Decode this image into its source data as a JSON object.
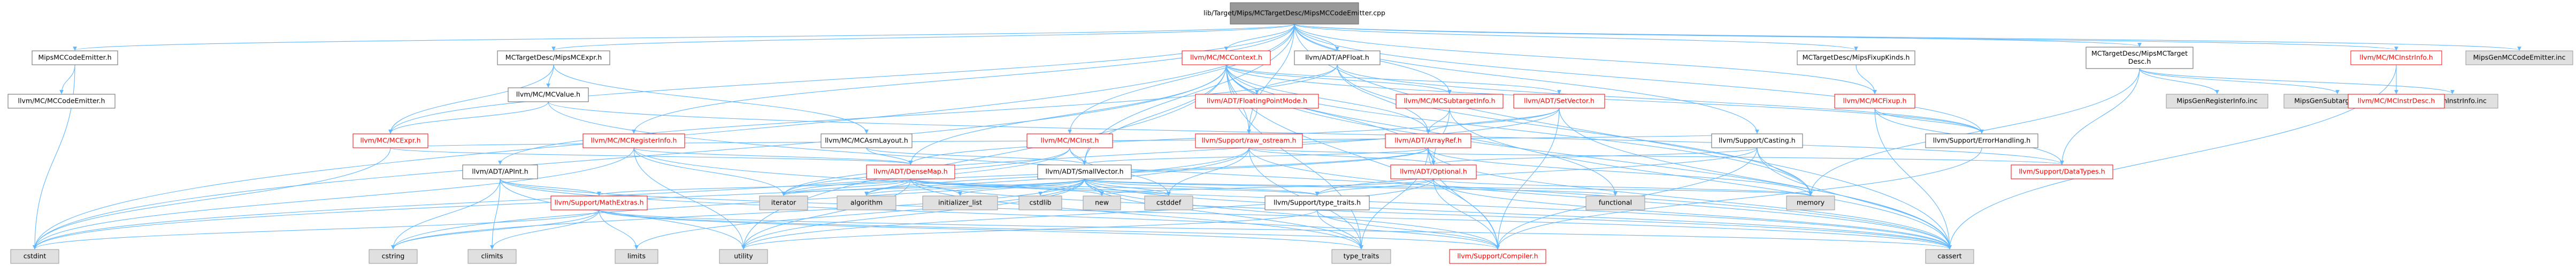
{
  "colors": {
    "edge": "#63b8ff",
    "edge_dark": "#404040",
    "root_fill": "#999999",
    "node_fill": "#ffffff",
    "node_border": "#666666",
    "linked_border": "#ff0000",
    "linked_text": "#ff0000",
    "external_fill": "#e0e0e0",
    "external_border": "#999999",
    "text": "#000000"
  },
  "nodes": [
    {
      "id": "root",
      "kind": "root",
      "lines": [
        "lib/Target/Mips/MCTargetDesc/MipsMCCodeEmitter.cpp"
      ]
    },
    {
      "id": "mipsemit_h",
      "kind": "normal",
      "lines": [
        "MipsMCCodeEmitter.h"
      ]
    },
    {
      "id": "mccodeemit_h",
      "kind": "normal",
      "lines": [
        "llvm/MC/MCCodeEmitter.h"
      ]
    },
    {
      "id": "mipsmcexpr_h",
      "kind": "normal",
      "lines": [
        "MCTargetDesc/MipsMCExpr.h"
      ]
    },
    {
      "id": "mcvalue_h",
      "kind": "normal",
      "lines": [
        "llvm/MC/MCValue.h"
      ]
    },
    {
      "id": "mcexpr_h",
      "kind": "linked",
      "lines": [
        "llvm/MC/MCExpr.h"
      ]
    },
    {
      "id": "mcregisterinfo_h",
      "kind": "linked",
      "lines": [
        "llvm/MC/MCRegisterInfo.h"
      ]
    },
    {
      "id": "apint_h",
      "kind": "normal",
      "lines": [
        "llvm/ADT/APInt.h"
      ]
    },
    {
      "id": "mcasmlayout_h",
      "kind": "normal",
      "lines": [
        "llvm/MC/MCAsmLayout.h"
      ]
    },
    {
      "id": "mccontext_h",
      "kind": "linked",
      "lines": [
        "llvm/MC/MCContext.h"
      ]
    },
    {
      "id": "apfloat_h",
      "kind": "normal",
      "lines": [
        "llvm/ADT/APFloat.h"
      ]
    },
    {
      "id": "floatingpointmode_h",
      "kind": "linked",
      "lines": [
        "llvm/ADT/FloatingPointMode.h"
      ]
    },
    {
      "id": "mcsubtargetinfo_h",
      "kind": "linked",
      "lines": [
        "llvm/MC/MCSubtargetInfo.h"
      ]
    },
    {
      "id": "setvector_h",
      "kind": "linked",
      "lines": [
        "llvm/ADT/SetVector.h"
      ]
    },
    {
      "id": "mcinst_h",
      "kind": "linked",
      "lines": [
        "llvm/MC/MCInst.h"
      ]
    },
    {
      "id": "raw_ostream_h",
      "kind": "linked",
      "lines": [
        "llvm/Support/raw_ostream.h"
      ]
    },
    {
      "id": "arrayref_h",
      "kind": "linked",
      "lines": [
        "llvm/ADT/ArrayRef.h"
      ]
    },
    {
      "id": "densemap_h",
      "kind": "linked",
      "lines": [
        "llvm/ADT/DenseMap.h"
      ]
    },
    {
      "id": "smallvector_h",
      "kind": "normal",
      "lines": [
        "llvm/ADT/SmallVector.h"
      ]
    },
    {
      "id": "optional_h",
      "kind": "linked",
      "lines": [
        "llvm/ADT/Optional.h"
      ]
    },
    {
      "id": "casting_h",
      "kind": "normal",
      "lines": [
        "llvm/Support/Casting.h"
      ]
    },
    {
      "id": "mathextras_h",
      "kind": "linked",
      "lines": [
        "llvm/Support/MathExtras.h"
      ]
    },
    {
      "id": "type_traits_llvm_h",
      "kind": "normal",
      "lines": [
        "llvm/Support/type_traits.h"
      ]
    },
    {
      "id": "compiler_h",
      "kind": "linked",
      "lines": [
        "llvm/Support/Compiler.h"
      ]
    },
    {
      "id": "mipsfixupkinds_h",
      "kind": "normal",
      "lines": [
        "MCTargetDesc/MipsFixupKinds.h"
      ]
    },
    {
      "id": "mcfixup_h",
      "kind": "linked",
      "lines": [
        "llvm/MC/MCFixup.h"
      ]
    },
    {
      "id": "errorhandling_h",
      "kind": "normal",
      "lines": [
        "llvm/Support/ErrorHandling.h"
      ]
    },
    {
      "id": "mipsmctargetdesc_h",
      "kind": "normal",
      "lines": [
        "MCTargetDesc/MipsMCTarget",
        "Desc.h"
      ]
    },
    {
      "id": "datatypes_h",
      "kind": "linked",
      "lines": [
        "llvm/Support/DataTypes.h"
      ]
    },
    {
      "id": "mipsgenregisterinfo_inc",
      "kind": "external",
      "lines": [
        "MipsGenRegisterInfo.inc"
      ]
    },
    {
      "id": "mipsgensubtargetinfo_inc",
      "kind": "external",
      "lines": [
        "MipsGenSubtargetInfo.inc"
      ]
    },
    {
      "id": "mipsgeninstrinfo_inc",
      "kind": "external",
      "lines": [
        "MipsGenInstrInfo.inc"
      ]
    },
    {
      "id": "mcinstrinfo_h",
      "kind": "linked",
      "lines": [
        "llvm/MC/MCInstrInfo.h"
      ]
    },
    {
      "id": "mcinstrdesc_h",
      "kind": "linked",
      "lines": [
        "llvm/MC/MCInstrDesc.h"
      ]
    },
    {
      "id": "mipsgenmccodeemitter_inc",
      "kind": "external",
      "lines": [
        "MipsGenMCCodeEmitter.inc"
      ]
    },
    {
      "id": "cstdint",
      "kind": "external",
      "lines": [
        "cstdint"
      ]
    },
    {
      "id": "cstring",
      "kind": "external",
      "lines": [
        "cstring"
      ]
    },
    {
      "id": "climits",
      "kind": "external",
      "lines": [
        "climits"
      ]
    },
    {
      "id": "limits",
      "kind": "external",
      "lines": [
        "limits"
      ]
    },
    {
      "id": "utility",
      "kind": "external",
      "lines": [
        "utility"
      ]
    },
    {
      "id": "iterator",
      "kind": "external",
      "lines": [
        "iterator"
      ]
    },
    {
      "id": "algorithm",
      "kind": "external",
      "lines": [
        "algorithm"
      ]
    },
    {
      "id": "initializer_list",
      "kind": "external",
      "lines": [
        "initializer_list"
      ]
    },
    {
      "id": "cstdlib",
      "kind": "external",
      "lines": [
        "cstdlib"
      ]
    },
    {
      "id": "new",
      "kind": "external",
      "lines": [
        "new"
      ]
    },
    {
      "id": "cstddef",
      "kind": "external",
      "lines": [
        "cstddef"
      ]
    },
    {
      "id": "functional",
      "kind": "external",
      "lines": [
        "functional"
      ]
    },
    {
      "id": "memory",
      "kind": "external",
      "lines": [
        "memory"
      ]
    },
    {
      "id": "type_traits",
      "kind": "external",
      "lines": [
        "type_traits"
      ]
    },
    {
      "id": "cassert",
      "kind": "external",
      "lines": [
        "cassert"
      ]
    }
  ],
  "edges": [
    [
      "root",
      "mipsemit_h"
    ],
    [
      "root",
      "mipsmcexpr_h"
    ],
    [
      "root",
      "mccontext_h"
    ],
    [
      "root",
      "apfloat_h"
    ],
    [
      "root",
      "mipsfixupkinds_h"
    ],
    [
      "root",
      "mipsmctargetdesc_h"
    ],
    [
      "root",
      "mcinstrinfo_h"
    ],
    [
      "root",
      "mipsgenmccodeemitter_inc"
    ],
    [
      "root",
      "mcexpr_h"
    ],
    [
      "root",
      "mcfixup_h"
    ],
    [
      "root",
      "mcinst_h"
    ],
    [
      "root",
      "mcregisterinfo_h"
    ],
    [
      "root",
      "mcsubtargetinfo_h"
    ],
    [
      "root",
      "raw_ostream_h"
    ],
    [
      "root",
      "smallvector_h"
    ],
    [
      "root",
      "casting_h"
    ],
    [
      "root",
      "errorhandling_h"
    ],
    [
      "root",
      "cstdint"
    ],
    [
      "root",
      "cassert"
    ],
    [
      "mipsemit_h",
      "mccodeemit_h"
    ],
    [
      "mipsemit_h",
      "cstdint"
    ],
    [
      "mipsmcexpr_h",
      "mcvalue_h"
    ],
    [
      "mipsmcexpr_h",
      "mcexpr_h"
    ],
    [
      "mipsmcexpr_h",
      "mcasmlayout_h"
    ],
    [
      "mcvalue_h",
      "mcexpr_h"
    ],
    [
      "mcvalue_h",
      "datatypes_h"
    ],
    [
      "mcvalue_h",
      "cassert"
    ],
    [
      "mcexpr_h",
      "densemap_h"
    ],
    [
      "mcexpr_h",
      "casting_h"
    ],
    [
      "mcexpr_h",
      "cstdint"
    ],
    [
      "mcregisterinfo_h",
      "densemap_h"
    ],
    [
      "mcregisterinfo_h",
      "iterator"
    ],
    [
      "mcregisterinfo_h",
      "cassert"
    ],
    [
      "mcregisterinfo_h",
      "cstdint"
    ],
    [
      "mcregisterinfo_h",
      "utility"
    ],
    [
      "apint_h",
      "compiler_h"
    ],
    [
      "apint_h",
      "mathextras_h"
    ],
    [
      "apint_h",
      "cassert"
    ],
    [
      "apint_h",
      "climits"
    ],
    [
      "apint_h",
      "cstring"
    ],
    [
      "apint_h",
      "utility"
    ],
    [
      "mcasmlayout_h",
      "densemap_h"
    ],
    [
      "mcasmlayout_h",
      "smallvector_h"
    ],
    [
      "mccontext_h",
      "densemap_h"
    ],
    [
      "mccontext_h",
      "setvector_h"
    ],
    [
      "mccontext_h",
      "smallvector_h"
    ],
    [
      "mccontext_h",
      "optional_h"
    ],
    [
      "mccontext_h",
      "raw_ostream_h"
    ],
    [
      "mccontext_h",
      "mcsubtargetinfo_h"
    ],
    [
      "mccontext_h",
      "arrayref_h"
    ],
    [
      "mccontext_h",
      "functional"
    ],
    [
      "mccontext_h",
      "memory"
    ],
    [
      "mccontext_h",
      "utility"
    ],
    [
      "mccontext_h",
      "cstdint"
    ],
    [
      "mccontext_h",
      "cassert"
    ],
    [
      "mccontext_h",
      "compiler_h"
    ],
    [
      "mccontext_h",
      "type_traits"
    ],
    [
      "mccontext_h",
      "errorhandling_h"
    ],
    [
      "apfloat_h",
      "apint_h"
    ],
    [
      "apfloat_h",
      "arrayref_h"
    ],
    [
      "apfloat_h",
      "floatingpointmode_h"
    ],
    [
      "apfloat_h",
      "errorhandling_h"
    ],
    [
      "apfloat_h",
      "memory"
    ],
    [
      "floatingpointmode_h",
      "raw_ostream_h"
    ],
    [
      "mcsubtargetinfo_h",
      "arrayref_h"
    ],
    [
      "mcsubtargetinfo_h",
      "optional_h"
    ],
    [
      "mcsubtargetinfo_h",
      "cassert"
    ],
    [
      "setvector_h",
      "arrayref_h"
    ],
    [
      "setvector_h",
      "densemap_h"
    ],
    [
      "setvector_h",
      "compiler_h"
    ],
    [
      "setvector_h",
      "iterator"
    ],
    [
      "setvector_h",
      "cassert"
    ],
    [
      "mcinst_h",
      "smallvector_h"
    ],
    [
      "mcinst_h",
      "cstddef"
    ],
    [
      "mcinst_h",
      "cstdint"
    ],
    [
      "mcinst_h",
      "iterator"
    ],
    [
      "raw_ostream_h",
      "arrayref_h"
    ],
    [
      "raw_ostream_h",
      "optional_h"
    ],
    [
      "raw_ostream_h",
      "datatypes_h"
    ],
    [
      "raw_ostream_h",
      "cassert"
    ],
    [
      "raw_ostream_h",
      "cstddef"
    ],
    [
      "raw_ostream_h",
      "cstdint"
    ],
    [
      "raw_ostream_h",
      "cstring"
    ],
    [
      "raw_ostream_h",
      "type_traits"
    ],
    [
      "arrayref_h",
      "smallvector_h"
    ],
    [
      "arrayref_h",
      "compiler_h"
    ],
    [
      "arrayref_h",
      "algorithm"
    ],
    [
      "arrayref_h",
      "cassert"
    ],
    [
      "arrayref_h",
      "memory"
    ],
    [
      "arrayref_h",
      "type_traits"
    ],
    [
      "arrayref_h",
      "iterator"
    ],
    [
      "arrayref_h",
      "optional_h"
    ],
    [
      "densemap_h",
      "mathextras_h"
    ],
    [
      "densemap_h",
      "type_traits_llvm_h"
    ],
    [
      "densemap_h",
      "algorithm"
    ],
    [
      "densemap_h",
      "cassert"
    ],
    [
      "densemap_h",
      "cstddef"
    ],
    [
      "densemap_h",
      "initializer_list"
    ],
    [
      "densemap_h",
      "iterator"
    ],
    [
      "densemap_h",
      "new"
    ],
    [
      "densemap_h",
      "type_traits"
    ],
    [
      "densemap_h",
      "utility"
    ],
    [
      "smallvector_h",
      "compiler_h"
    ],
    [
      "smallvector_h",
      "type_traits_llvm_h"
    ],
    [
      "smallvector_h",
      "algorithm"
    ],
    [
      "smallvector_h",
      "cassert"
    ],
    [
      "smallvector_h",
      "cstddef"
    ],
    [
      "smallvector_h",
      "cstdlib"
    ],
    [
      "smallvector_h",
      "cstring"
    ],
    [
      "smallvector_h",
      "functional"
    ],
    [
      "smallvector_h",
      "initializer_list"
    ],
    [
      "smallvector_h",
      "iterator"
    ],
    [
      "smallvector_h",
      "limits"
    ],
    [
      "smallvector_h",
      "memory"
    ],
    [
      "smallvector_h",
      "new"
    ],
    [
      "smallvector_h",
      "type_traits"
    ],
    [
      "smallvector_h",
      "utility"
    ],
    [
      "optional_h",
      "compiler_h"
    ],
    [
      "optional_h",
      "type_traits_llvm_h"
    ],
    [
      "optional_h",
      "cassert"
    ],
    [
      "optional_h",
      "memory"
    ],
    [
      "optional_h",
      "new"
    ],
    [
      "optional_h",
      "utility"
    ],
    [
      "casting_h",
      "compiler_h"
    ],
    [
      "casting_h",
      "type_traits_llvm_h"
    ],
    [
      "casting_h",
      "cassert"
    ],
    [
      "casting_h",
      "memory"
    ],
    [
      "casting_h",
      "optional_h"
    ],
    [
      "mathextras_h",
      "compiler_h"
    ],
    [
      "mathextras_h",
      "cstdint"
    ],
    [
      "mathextras_h",
      "cstring"
    ],
    [
      "mathextras_h",
      "climits"
    ],
    [
      "mathextras_h",
      "limits"
    ],
    [
      "mathextras_h",
      "type_traits"
    ],
    [
      "mathextras_h",
      "cassert"
    ],
    [
      "type_traits_llvm_h",
      "compiler_h"
    ],
    [
      "type_traits_llvm_h",
      "type_traits"
    ],
    [
      "type_traits_llvm_h",
      "utility"
    ],
    [
      "mipsfixupkinds_h",
      "mcfixup_h"
    ],
    [
      "mcfixup_h",
      "errorhandling_h"
    ],
    [
      "mcfixup_h",
      "datatypes_h"
    ],
    [
      "mcfixup_h",
      "cassert"
    ],
    [
      "errorhandling_h",
      "compiler_h"
    ],
    [
      "mipsmctargetdesc_h",
      "datatypes_h"
    ],
    [
      "mipsmctargetdesc_h",
      "memory"
    ],
    [
      "mipsmctargetdesc_h",
      "mipsgenregisterinfo_inc"
    ],
    [
      "mipsmctargetdesc_h",
      "mipsgensubtargetinfo_inc"
    ],
    [
      "mipsmctargetdesc_h",
      "mipsgeninstrinfo_inc"
    ],
    [
      "mcinstrinfo_h",
      "mcinstrdesc_h"
    ],
    [
      "mcinstrinfo_h",
      "cassert"
    ]
  ]
}
